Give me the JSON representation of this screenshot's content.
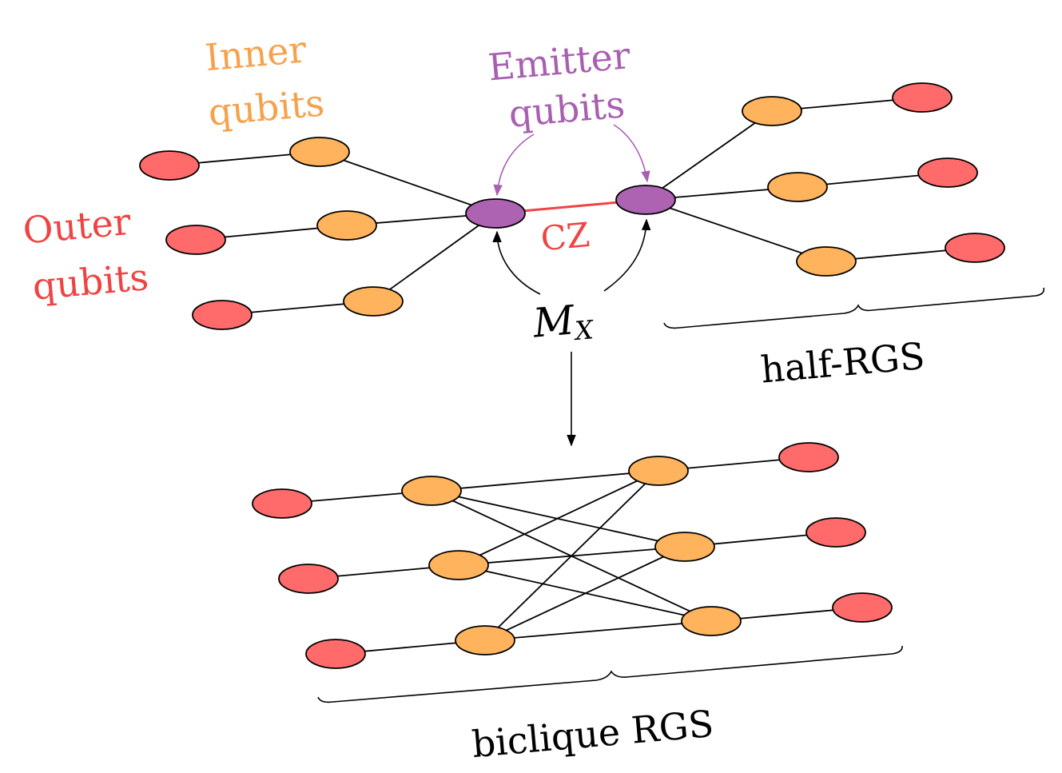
{
  "labels": {
    "inner_line1": "Inner",
    "inner_line2": "qubits",
    "emitter_line1": "Emitter",
    "emitter_line2": "qubits",
    "outer_line1": "Outer",
    "outer_line2": "qubits",
    "cz": "CZ",
    "measurement_symbol": "M",
    "measurement_subscript": "X",
    "half_rgs": "half-RGS",
    "biclique_rgs": "biclique RGS"
  },
  "colors": {
    "outer_qubit": "#ff6a6a",
    "inner_qubit": "#ffb35c",
    "emitter_qubit": "#ad62b2",
    "cz_edge": "#ef4444",
    "inner_label": "#f6a24c",
    "emitter_label": "#a860b0",
    "outer_label": "#ef4444"
  }
}
